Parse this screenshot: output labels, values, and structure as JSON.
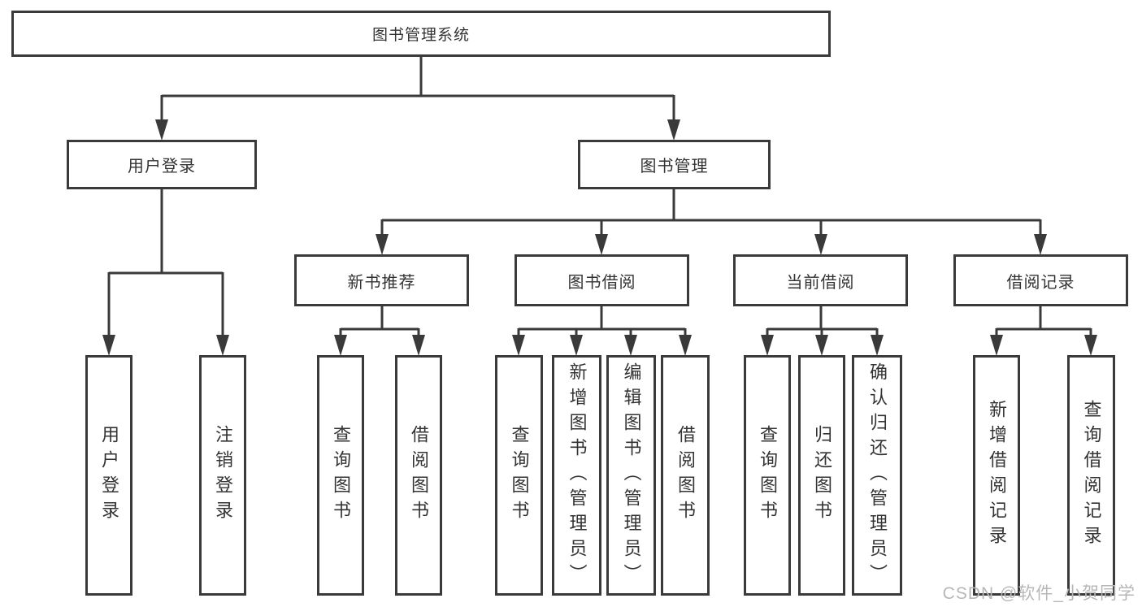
{
  "diagram": {
    "title": "图书管理系统",
    "colors": {
      "line": "#3a3a3a",
      "box_border": "#3a3a3a",
      "text": "#333333",
      "background": "#ffffff",
      "watermark": "#b7b7b7"
    },
    "tree": {
      "label": "图书管理系统",
      "children": [
        {
          "label": "用户登录",
          "children": [
            {
              "label": "用户登录"
            },
            {
              "label": "注销登录"
            }
          ]
        },
        {
          "label": "图书管理",
          "children": [
            {
              "label": "新书推荐",
              "children": [
                {
                  "label": "查询图书"
                },
                {
                  "label": "借阅图书"
                }
              ]
            },
            {
              "label": "图书借阅",
              "children": [
                {
                  "label": "查询图书"
                },
                {
                  "label": "新增图书（管理员）"
                },
                {
                  "label": "编辑图书（管理员）"
                },
                {
                  "label": "借阅图书"
                }
              ]
            },
            {
              "label": "当前借阅",
              "children": [
                {
                  "label": "查询图书"
                },
                {
                  "label": "归还图书"
                },
                {
                  "label": "确认归还（管理员）"
                }
              ]
            },
            {
              "label": "借阅记录",
              "children": [
                {
                  "label": "新增借阅记录"
                },
                {
                  "label": "查询借阅记录"
                }
              ]
            }
          ]
        }
      ]
    }
  },
  "watermark": {
    "text": "CSDN @软件_小贺同学"
  }
}
